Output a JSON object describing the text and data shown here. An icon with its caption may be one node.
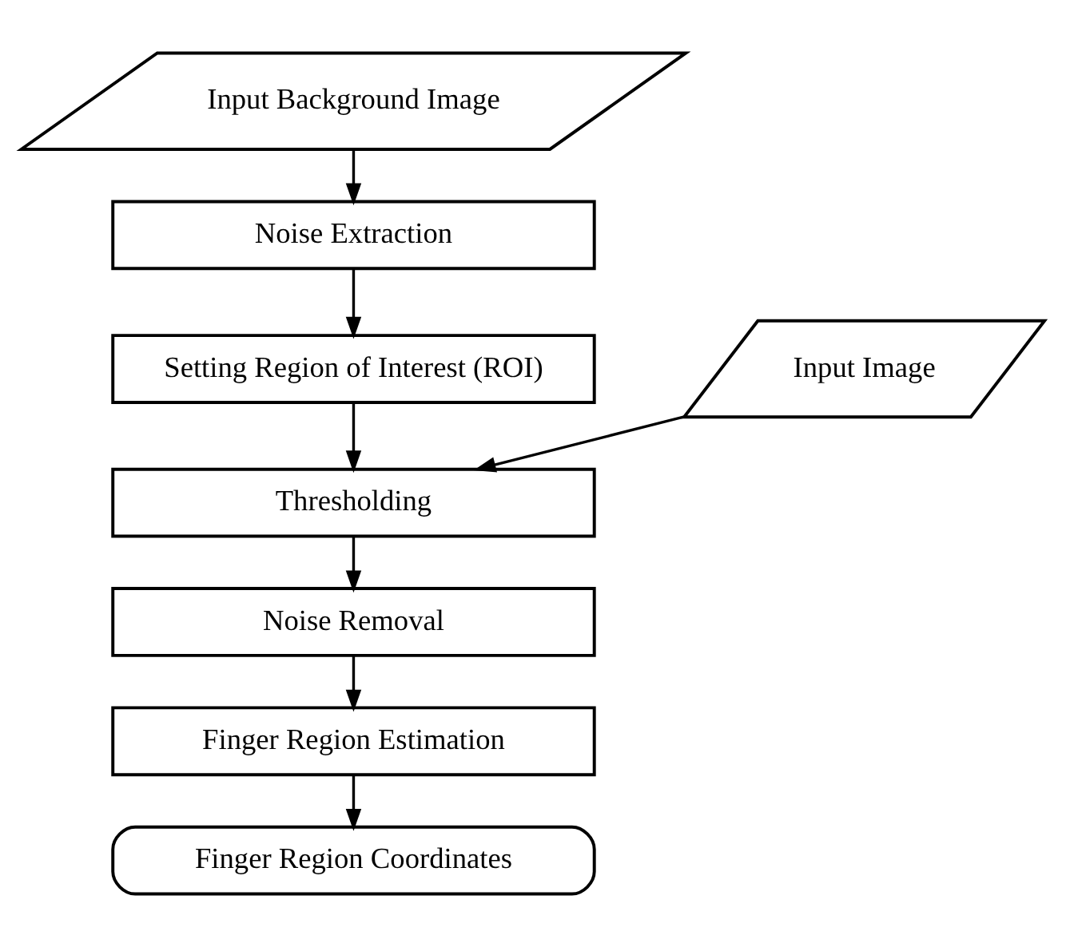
{
  "diagram": {
    "nodes": [
      {
        "text": [
          "Input Background Image"
        ]
      },
      {
        "text": [
          "Noise Extraction"
        ]
      },
      {
        "text": [
          "Setting Region of Interest (ROI)"
        ]
      },
      {
        "text": [
          "Input Image"
        ]
      },
      {
        "text": [
          "Thresholding"
        ]
      },
      {
        "text": [
          "Noise Removal"
        ]
      },
      {
        "text": [
          "Finger Region Estimation"
        ]
      },
      {
        "text": [
          "Finger Region Coordinates"
        ]
      }
    ],
    "edges": [
      {
        "from": 0,
        "to": 1,
        "arrow": "to"
      },
      {
        "from": 1,
        "to": 2,
        "arrow": "to"
      },
      {
        "from": 2,
        "to": 4,
        "arrow": "to"
      },
      {
        "from": 3,
        "to": 4,
        "arrow": "to"
      },
      {
        "from": 4,
        "to": 5,
        "arrow": "to"
      },
      {
        "from": 5,
        "to": 6,
        "arrow": "to"
      },
      {
        "from": 6,
        "to": 7,
        "arrow": "to"
      }
    ]
  }
}
